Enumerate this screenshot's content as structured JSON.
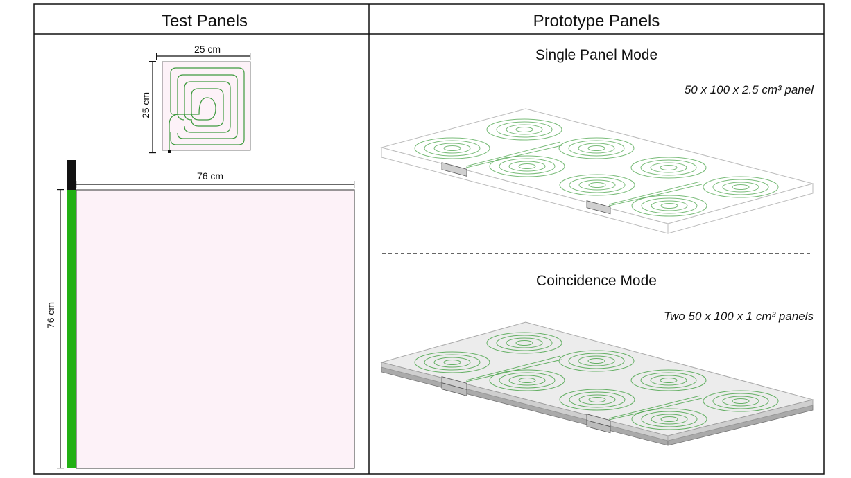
{
  "headers": {
    "left": "Test Panels",
    "right": "Prototype Panels"
  },
  "small_panel": {
    "width_label": "25 cm",
    "height_label": "25 cm"
  },
  "large_panel": {
    "width_label": "76 cm",
    "height_label": "76 cm"
  },
  "single_mode": {
    "title": "Single Panel Mode",
    "caption": "50 x 100 x 2.5 cm³ panel"
  },
  "coincidence_mode": {
    "title": "Coincidence Mode",
    "caption": "Two 50 x 100 x 1 cm³ panels"
  },
  "colors": {
    "panel_fill": "#fdf2f8",
    "fiber": "#3e9a3e",
    "wls_bar": "#22b014",
    "readout": "#111111",
    "plastic_top": "#ececec",
    "plastic_side": "#bdbdbd"
  }
}
